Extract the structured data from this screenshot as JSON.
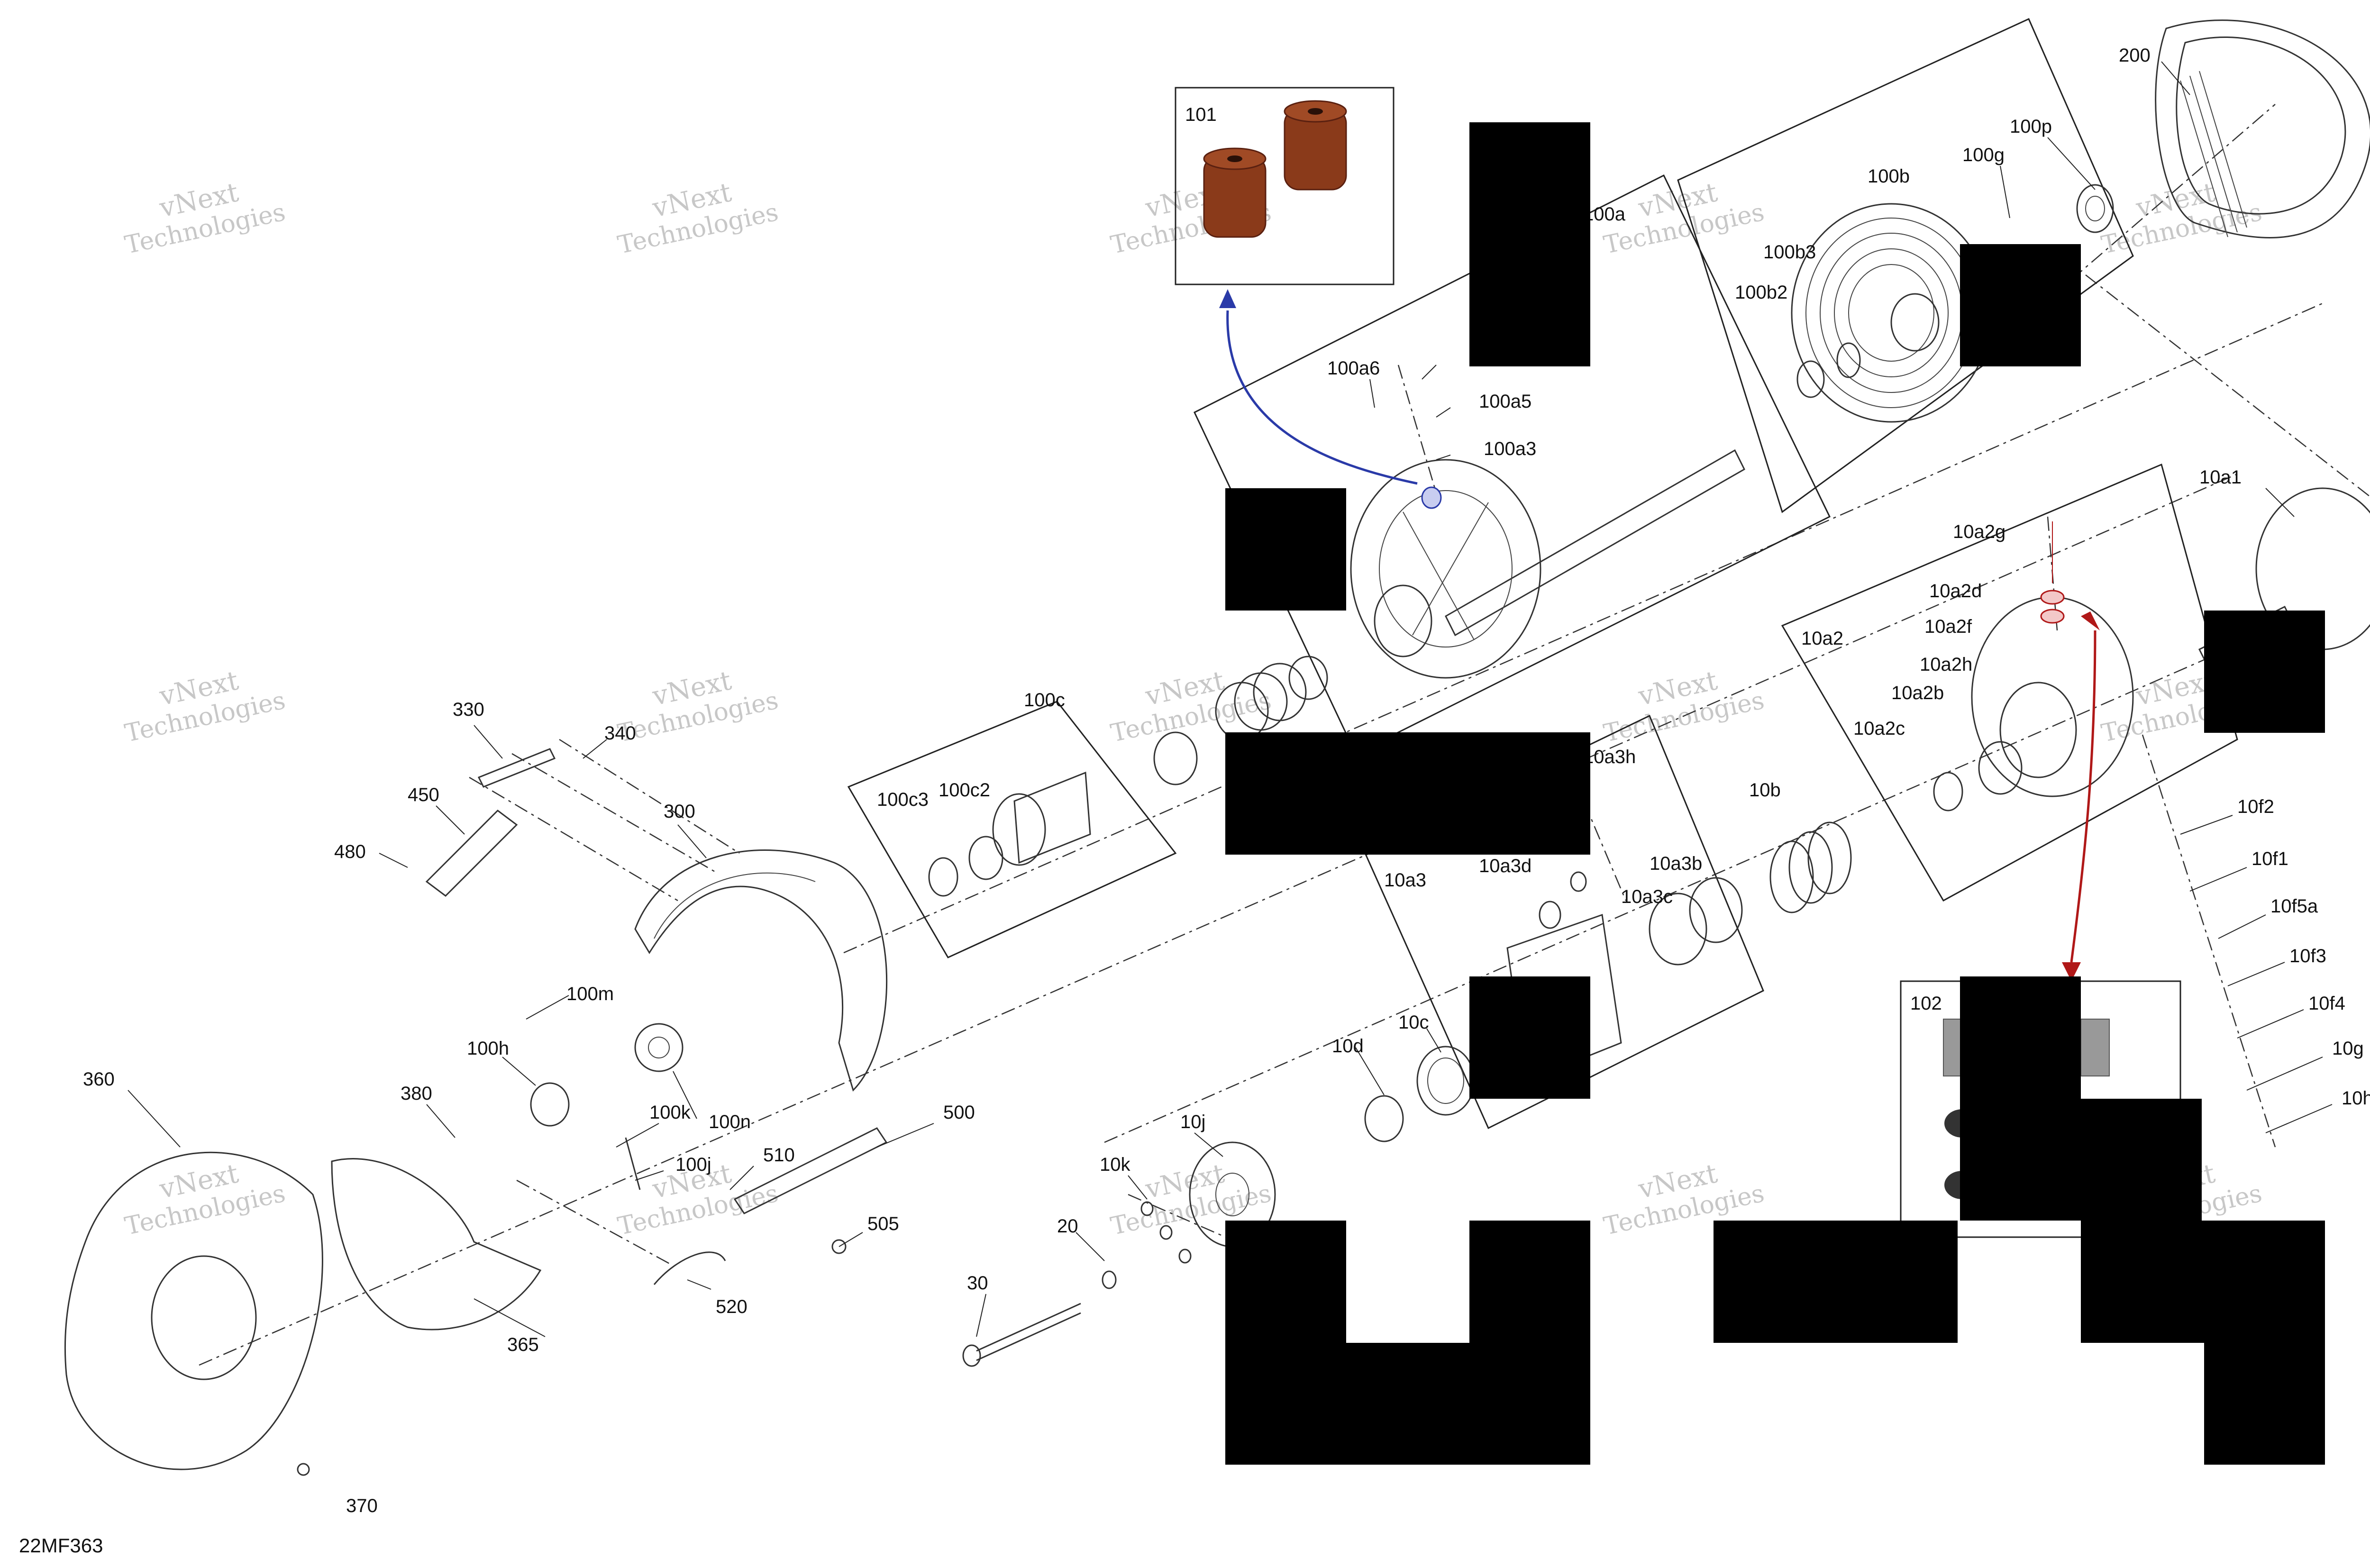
{
  "diagram": {
    "figure_code": "22MF363",
    "watermark": [
      "vNext",
      "Technologies"
    ],
    "inset_labels": {
      "primary": "101",
      "secondary": "102"
    },
    "callouts": [
      "200",
      "100p",
      "100g",
      "100b",
      "100b3",
      "100b2",
      "100a",
      "100a6",
      "100a5",
      "100a3",
      "10a1",
      "10a2g",
      "10a2d",
      "10a2f",
      "10a2",
      "10a2h",
      "10a2b",
      "10a2c",
      "10f2",
      "10f1",
      "10f5a",
      "10f3",
      "10f4",
      "10g",
      "10h",
      "100c",
      "100c3",
      "100c2",
      "10a3h",
      "10a3d",
      "10a3",
      "10a3b",
      "10a3c",
      "10b",
      "10d",
      "10c",
      "10j",
      "10k",
      "20",
      "30",
      "330",
      "340",
      "450",
      "480",
      "300",
      "100m",
      "100h",
      "100k",
      "100n",
      "100j",
      "360",
      "380",
      "365",
      "370",
      "500",
      "510",
      "505",
      "520"
    ],
    "colors": {
      "highlight_blue": "#2a3aa8",
      "highlight_red": "#b01818",
      "bushing_brown": "#8a3a1a"
    }
  }
}
